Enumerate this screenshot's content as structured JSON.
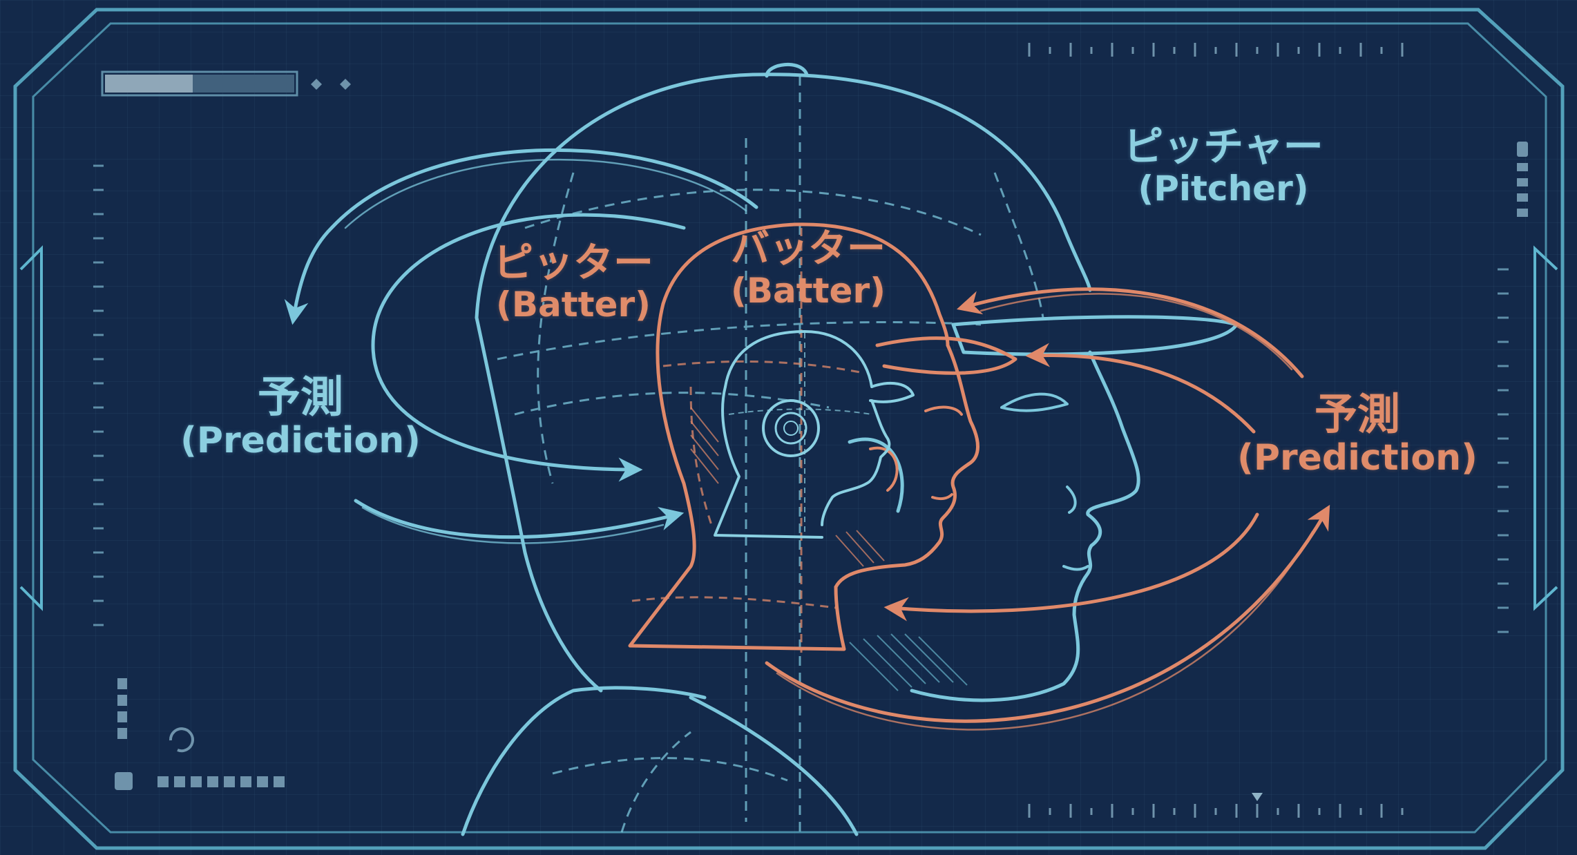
{
  "colors": {
    "background": "#13294a",
    "frame": "#5fb6cf",
    "pitcher_blue": "#7cc7dc",
    "batter_orange": "#e0896a"
  },
  "labels": {
    "pitcher": {
      "jp": "ピッチャー",
      "en": "(Pitcher)"
    },
    "pitcher_mislabeled": {
      "jp": "ピッター",
      "en": "(Batter)"
    },
    "batter": {
      "jp": "バッター",
      "en": "(Batter)"
    },
    "prediction_left": {
      "jp": "予測",
      "en": "(Prediction)"
    },
    "prediction_right": {
      "jp": "予測",
      "en": "(Prediction)"
    }
  },
  "hud": {
    "progress": 0.45,
    "icons": [
      "diamond-icon",
      "diamond-icon",
      "refresh-icon"
    ]
  }
}
